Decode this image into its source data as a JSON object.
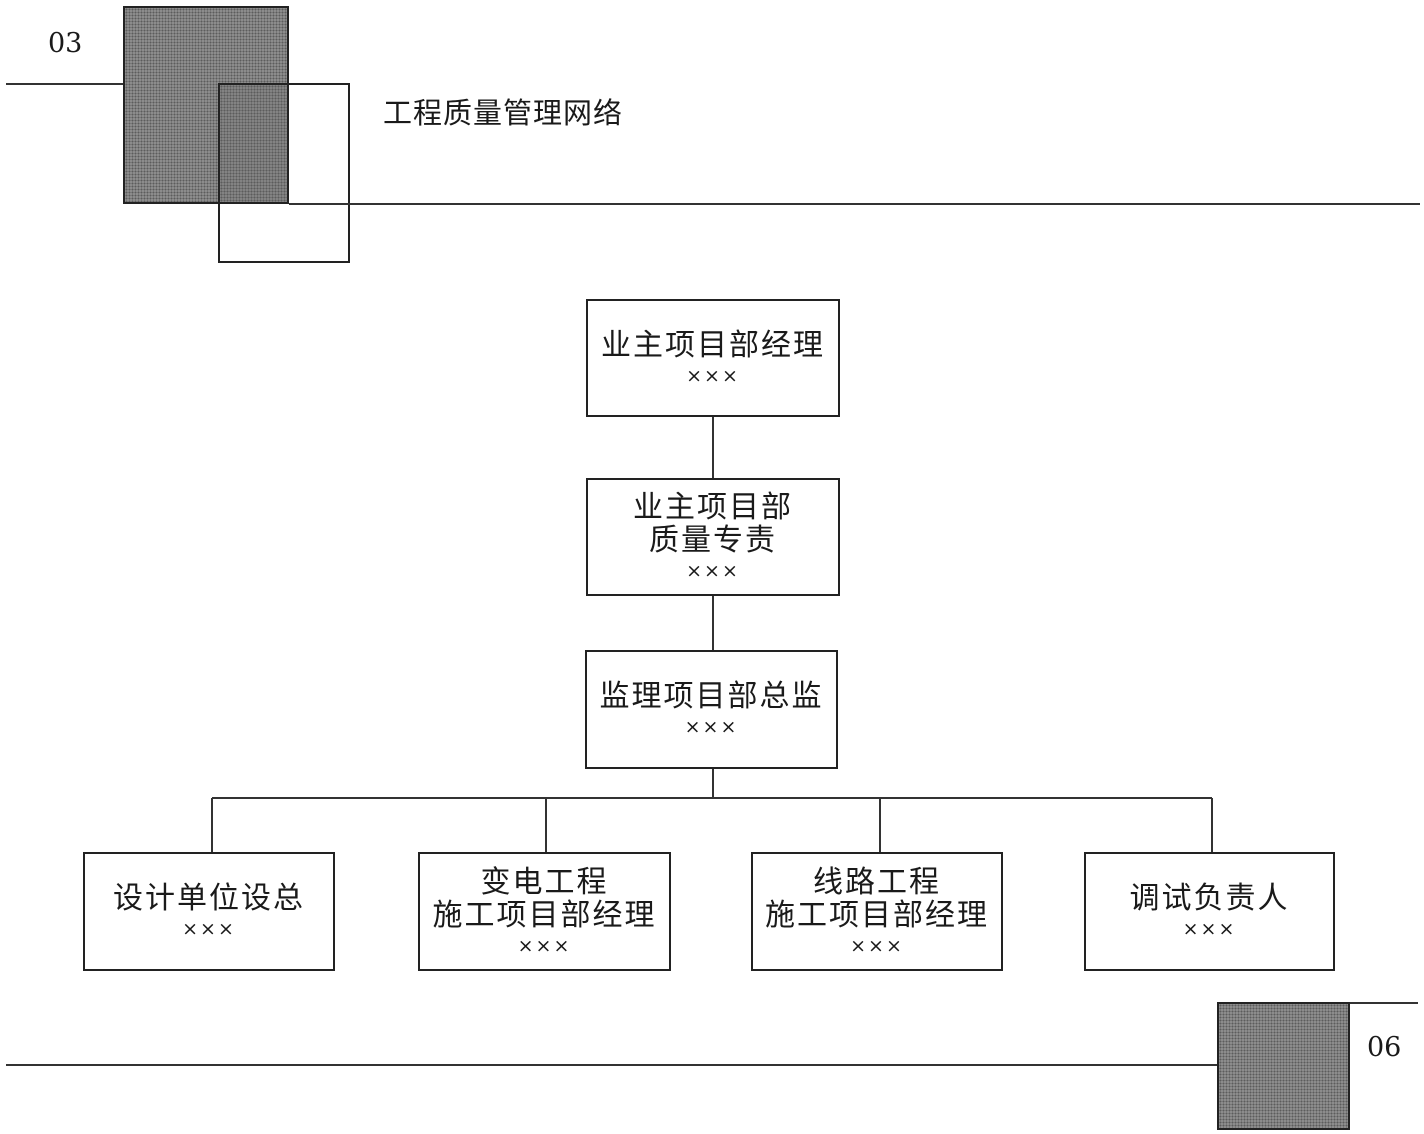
{
  "header": {
    "page_left": "03",
    "section_title": "工程质量管理网络"
  },
  "footer": {
    "page_right": "06"
  },
  "org": {
    "owner_manager": {
      "title": [
        "业主项目部经理"
      ],
      "name": "×××"
    },
    "owner_quality": {
      "title": [
        "业主项目部",
        "质量专责"
      ],
      "name": "×××"
    },
    "chief_supervisor": {
      "title": [
        "监理项目部总监"
      ],
      "name": "×××"
    },
    "design_chief": {
      "title": [
        "设计单位设总"
      ],
      "name": "×××"
    },
    "substation_manager": {
      "title": [
        "变电工程",
        "施工项目部经理"
      ],
      "name": "×××"
    },
    "line_manager": {
      "title": [
        "线路工程",
        "施工项目部经理"
      ],
      "name": "×××"
    },
    "commissioning_lead": {
      "title": [
        "调试负责人"
      ],
      "name": "×××"
    }
  }
}
